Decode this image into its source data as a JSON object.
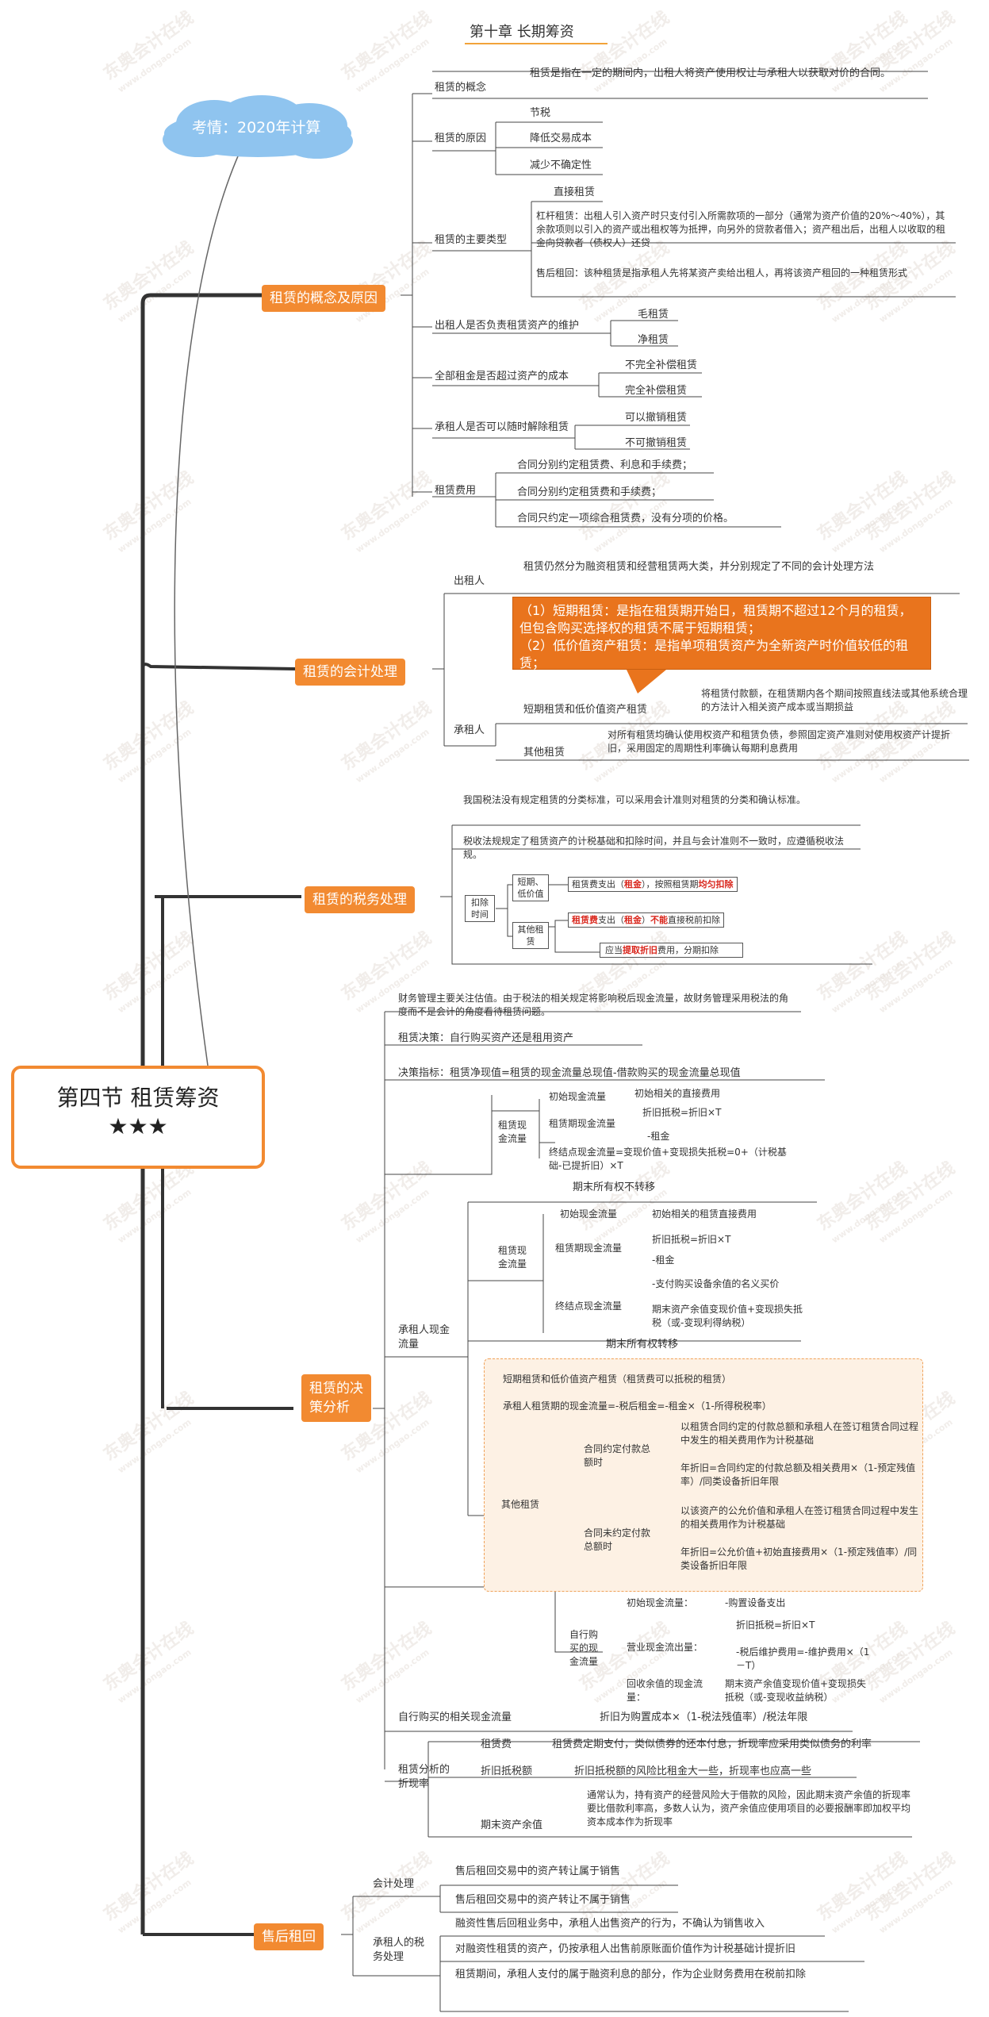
{
  "title": "第十章  长期筹资",
  "root": {
    "title": "第四节 租赁筹资",
    "stars": "★★★"
  },
  "cloud": "考情：2020年计算",
  "watermark": "东奥会计在线",
  "watermark_url": "www.dongao.com",
  "b1": {
    "label": "租赁的概念及原因",
    "concept_label": "租赁的概念",
    "concept_text": "租赁是指在一定的期间内，出租人将资产使用权让与承租人以获取对价的合同。",
    "reason_label": "租赁的原因",
    "reasons": [
      "节税",
      "降低交易成本",
      "减少不确定性"
    ],
    "types_label": "租赁的主要类型",
    "type1": "直接租赁",
    "type2": "杠杆租赁：出租人引入资产时只支付引入所需款项的一部分（通常为资产价值的20%～40%），其余款项则以引入的资产或出租权等为抵押，向另外的贷款者借入；资产租出后，出租人以收取的租金向贷款者（债权人）还贷",
    "type3": "售后租回：该种租赁是指承租人先将某资产卖给出租人，再将该资产租回的一种租赁形式",
    "maint_label": "出租人是否负责租赁资产的维护",
    "maint": [
      "毛租赁",
      "净租赁"
    ],
    "full_label": "全部租金是否超过资产的成本",
    "full": [
      "不完全补偿租赁",
      "完全补偿租赁"
    ],
    "cancel_label": "承租人是否可以随时解除租赁",
    "cancel": [
      "可以撤销租赁",
      "不可撤销租赁"
    ],
    "fee_label": "租赁费用",
    "fees": [
      "合同分别约定租赁费、利息和手续费；",
      "合同分别约定租赁费和手续费；",
      "合同只约定一项综合租赁费，没有分项的价格。"
    ]
  },
  "b2": {
    "label": "租赁的会计处理",
    "lessor_label": "出租人",
    "lessor_text": "租赁仍然分为融资租赁和经营租赁两大类，并分别规定了不同的会计处理方法",
    "callout": "（1）短期租赁：是指在租赁期开始日，租赁期不超过12个月的租赁，但包含购买选择权的租赁不属于短期租赁；\n（2）低价值资产租赁：是指单项租赁资产为全新资产时价值较低的租赁；",
    "lessee_label": "承租人",
    "short_label": "短期租赁和低价值资产租赁",
    "short_text": "将租赁付款额，在租赁期内各个期间按照直线法或其他系统合理的方法计入相关资产成本或当期损益",
    "other_label": "其他租赁",
    "other_text": "对所有租赁均确认使用权资产和租赁负债，参照固定资产准则对使用权资产计提折旧，采用固定的周期性利率确认每期利息费用"
  },
  "b3": {
    "label": "租赁的税务处理",
    "text1": "我国税法没有规定租赁的分类标准，可以采用会计准则对租赁的分类和确认标准。",
    "text2": "税收法规规定了租赁资产的计税基础和扣除时间，并且与会计准则不一致时，应遵循税收法规。",
    "deduct_label": "扣除时间",
    "short_label": "短期、低价值",
    "short_pre": "租赁费支出（",
    "short_red1": "租金",
    "short_mid": "），按照租赁期",
    "short_red2": "均匀扣除",
    "other_label": "其他租赁",
    "other_red1": "租赁费",
    "other_mid": "支出（",
    "other_red2": "租金",
    "other_mid2": "）",
    "other_red3": "不能",
    "other_post": "直接税前扣除",
    "dep_pre": "应当",
    "dep_red": "提取折旧",
    "dep_post": "费用，分期扣除"
  },
  "b4": {
    "label": "租赁的决策分析",
    "intro": "财务管理主要关注估值。由于税法的相关规定将影响税后现金流量，故财务管理采用税法的角度而不是会计的角度看待租赁问题。",
    "decision": "租赁决策：自行购买资产还是租用资产",
    "indicator": "决策指标：租赁净现值=租赁的现金流量总现值-借款购买的现金流量总现值",
    "cf_label": "租赁现金流量",
    "cf_init": "初始现金流量",
    "cf_init_v": "初始相关的直接费用",
    "cf_period": "租赁期现金流量",
    "cf_period_v1": "折旧抵税=折旧×T",
    "cf_period_v2": "-租金",
    "cf_end": "终结点现金流量=变现价值+变现损失抵税=0+（计税基础-已提折旧）×T",
    "lessee_cf_label": "承租人现金流量",
    "no_transfer": "期末所有权不转移",
    "nt_cf_label": "租赁现金流量",
    "nt_init": "初始现金流量",
    "nt_init_v": "初始相关的租赁直接费用",
    "nt_period": "租赁期现金流量",
    "nt_period_v1": "折旧抵税=折旧×T",
    "nt_period_v2": "-租金",
    "nt_end": "终结点现金流量",
    "nt_end_v1": "-支付购买设备余值的名义买价",
    "nt_end_v2": "期末资产余值变现价值+变现损失抵税（或-变现利得纳税）",
    "transfer": "期末所有权转移",
    "d_short": "短期租赁和低价值资产租赁（租赁费可以抵税的租赁）",
    "d_formula": "承租人租赁期的现金流量=-税后租金=-租金×（1-所得税税率）",
    "d_other": "其他租赁",
    "d_agreed": "合同约定付款总额时",
    "d_agreed_v1": "以租赁合同约定的付款总额和承租人在签订租赁合同过程中发生的相关费用作为计税基础",
    "d_agreed_v2": "年折旧=合同约定的付款总额及相关费用×（1-预定残值率）/同类设备折旧年限",
    "d_not": "合同未约定付款总额时",
    "d_not_v1": "以该资产的公允价值和承租人在签订租赁合同过程中发生的相关费用作为计税基础",
    "d_not_v2": "年折旧=公允价值+初始直接费用×（1-预定残值率）/同类设备折旧年限",
    "buy_label": "自行购买的现金流量",
    "buy_init": "初始现金流量：",
    "buy_init_v": "-购置设备支出",
    "buy_op": "营业现金流出量：",
    "buy_op_v1": "折旧抵税=折旧×T",
    "buy_op_v2": "-税后维护费用=-维护费用×（1－T）",
    "buy_rec": "回收余值的现金流量：",
    "buy_rec_v": "期末资产余值变现价值+变现损失抵税（或-变现收益纳税）",
    "buy_related": "自行购买的相关现金流量",
    "buy_related_v": "折旧为购置成本×（1-税法残值率）/税法年限",
    "rate_label": "租赁分析的折现率",
    "rate1_l": "租赁费",
    "rate1_v": "租赁费定期支付，类似债券的还本付息，折现率应采用类似债务的利率",
    "rate2_l": "折旧抵税额",
    "rate2_v": "折旧抵税额的风险比租金大一些，折现率也应高一些",
    "rate3_l": "期末资产余值",
    "rate3_v": "通常认为，持有资产的经营风险大于借款的风险，因此期末资产余值的折现率要比借款利率高，多数人认为，资产余值应使用项目的必要报酬率即加权平均资本成本作为折现率"
  },
  "b5": {
    "label": "售后租回",
    "acc_label": "会计处理",
    "acc1": "售后租回交易中的资产转让属于销售",
    "acc2": "售后租回交易中的资产转让不属于销售",
    "tax_label": "承租人的税务处理",
    "tax1": "融资性售后回租业务中，承租人出售资产的行为，不确认为销售收入",
    "tax2": "对融资性租赁的资产，仍按承租人出售前原账面价值作为计税基础计提折旧",
    "tax3": "租赁期间，承租人支付的属于融资利息的部分，作为企业财务费用在税前扣除"
  }
}
